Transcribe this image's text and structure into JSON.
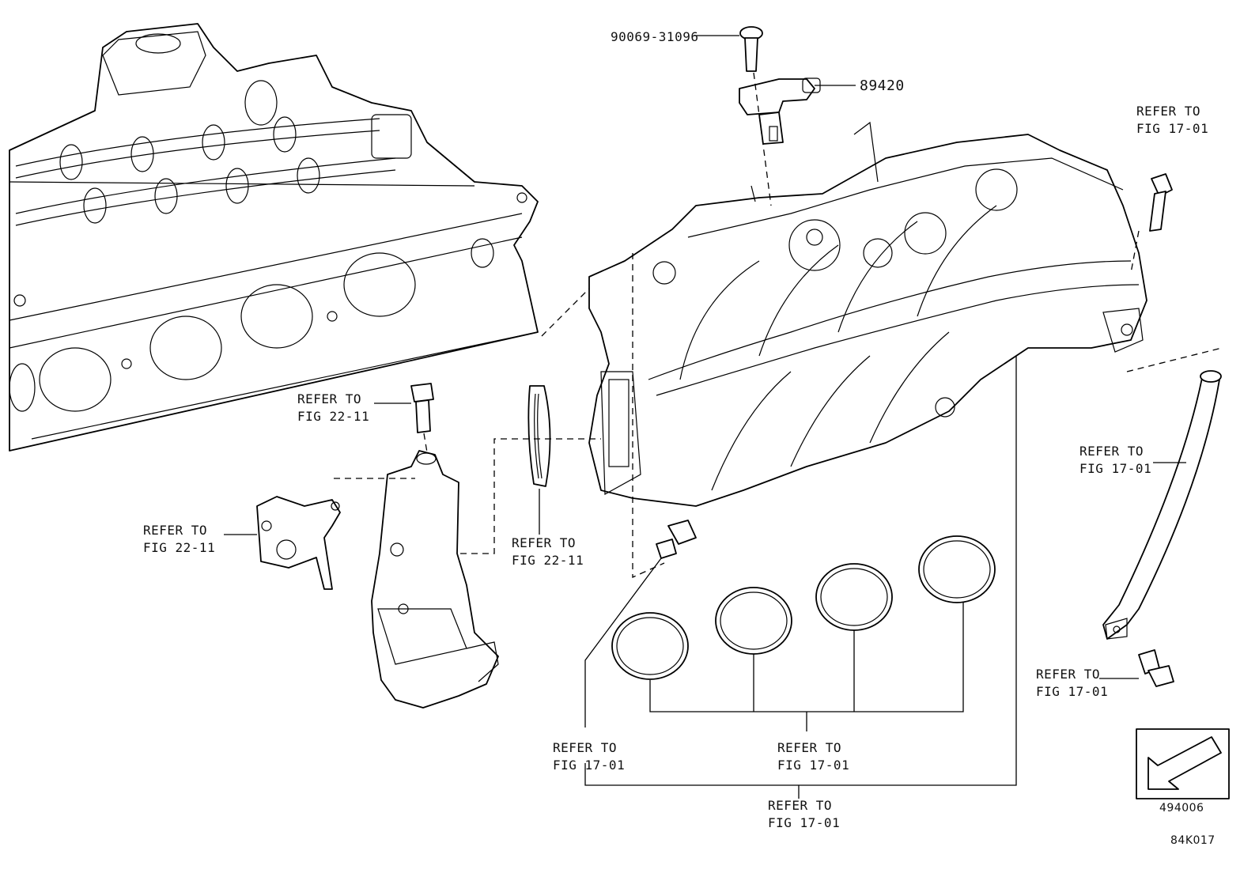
{
  "parts": {
    "bolt_part_number": "90069-31096",
    "sensor_part_number": "89420"
  },
  "refs": {
    "top_right": {
      "line1": "REFER TO",
      "line2": "FIG 17-01"
    },
    "hose_bracket": {
      "line1": "REFER TO",
      "line2": "FIG 17-01"
    },
    "hose_bolt": {
      "line1": "REFER TO",
      "line2": "FIG 17-01"
    },
    "bolt_center": {
      "line1": "REFER TO",
      "line2": "FIG 22-11"
    },
    "bracket_left": {
      "line1": "REFER TO",
      "line2": "FIG 22-11"
    },
    "gasket_throttle": {
      "line1": "REFER TO",
      "line2": "FIG 22-11"
    },
    "bottom_left": {
      "line1": "REFER TO",
      "line2": "FIG 17-01"
    },
    "gaskets": {
      "line1": "REFER TO",
      "line2": "FIG 17-01"
    },
    "bottom_center": {
      "line1": "REFER TO",
      "line2": "FIG 17-01"
    }
  },
  "codes": {
    "front_indicator_code": "494006",
    "figure_code": "84K017"
  }
}
